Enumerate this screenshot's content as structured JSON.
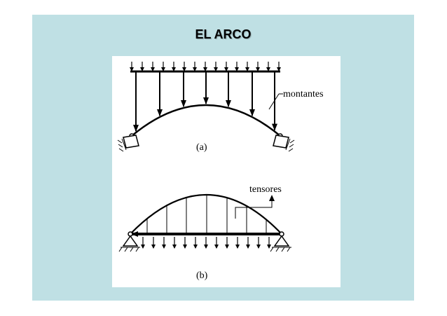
{
  "slide": {
    "title": "EL ARCO",
    "background_color": "#bfe0e4"
  },
  "figure": {
    "panel_a": {
      "caption": "(a)",
      "member_label": "montantes"
    },
    "panel_b": {
      "caption": "(b)",
      "member_label": "tensores"
    }
  }
}
